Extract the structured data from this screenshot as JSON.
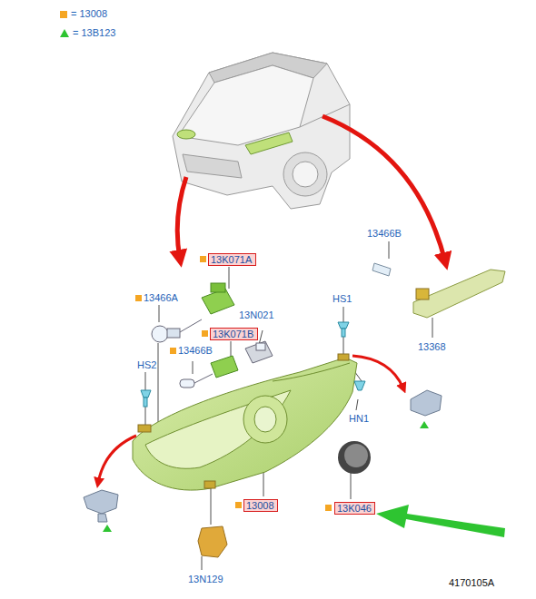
{
  "diagram": {
    "nodes": [
      {
        "text": [
          "13K071A"
        ]
      },
      {
        "text": [
          "13K071B"
        ]
      },
      {
        "text": [
          "13008"
        ]
      },
      {
        "text": [
          "13K046"
        ]
      }
    ],
    "labels": [
      "13466B",
      "13368",
      "13466A",
      "13N021",
      "HS1",
      "HS2",
      "13466B",
      "HN1",
      "13N129",
      "4170105A"
    ],
    "legend": [
      {
        "text": "= 13008",
        "color": "#f5a623"
      },
      {
        "text": "= 13B123"
      }
    ]
  }
}
